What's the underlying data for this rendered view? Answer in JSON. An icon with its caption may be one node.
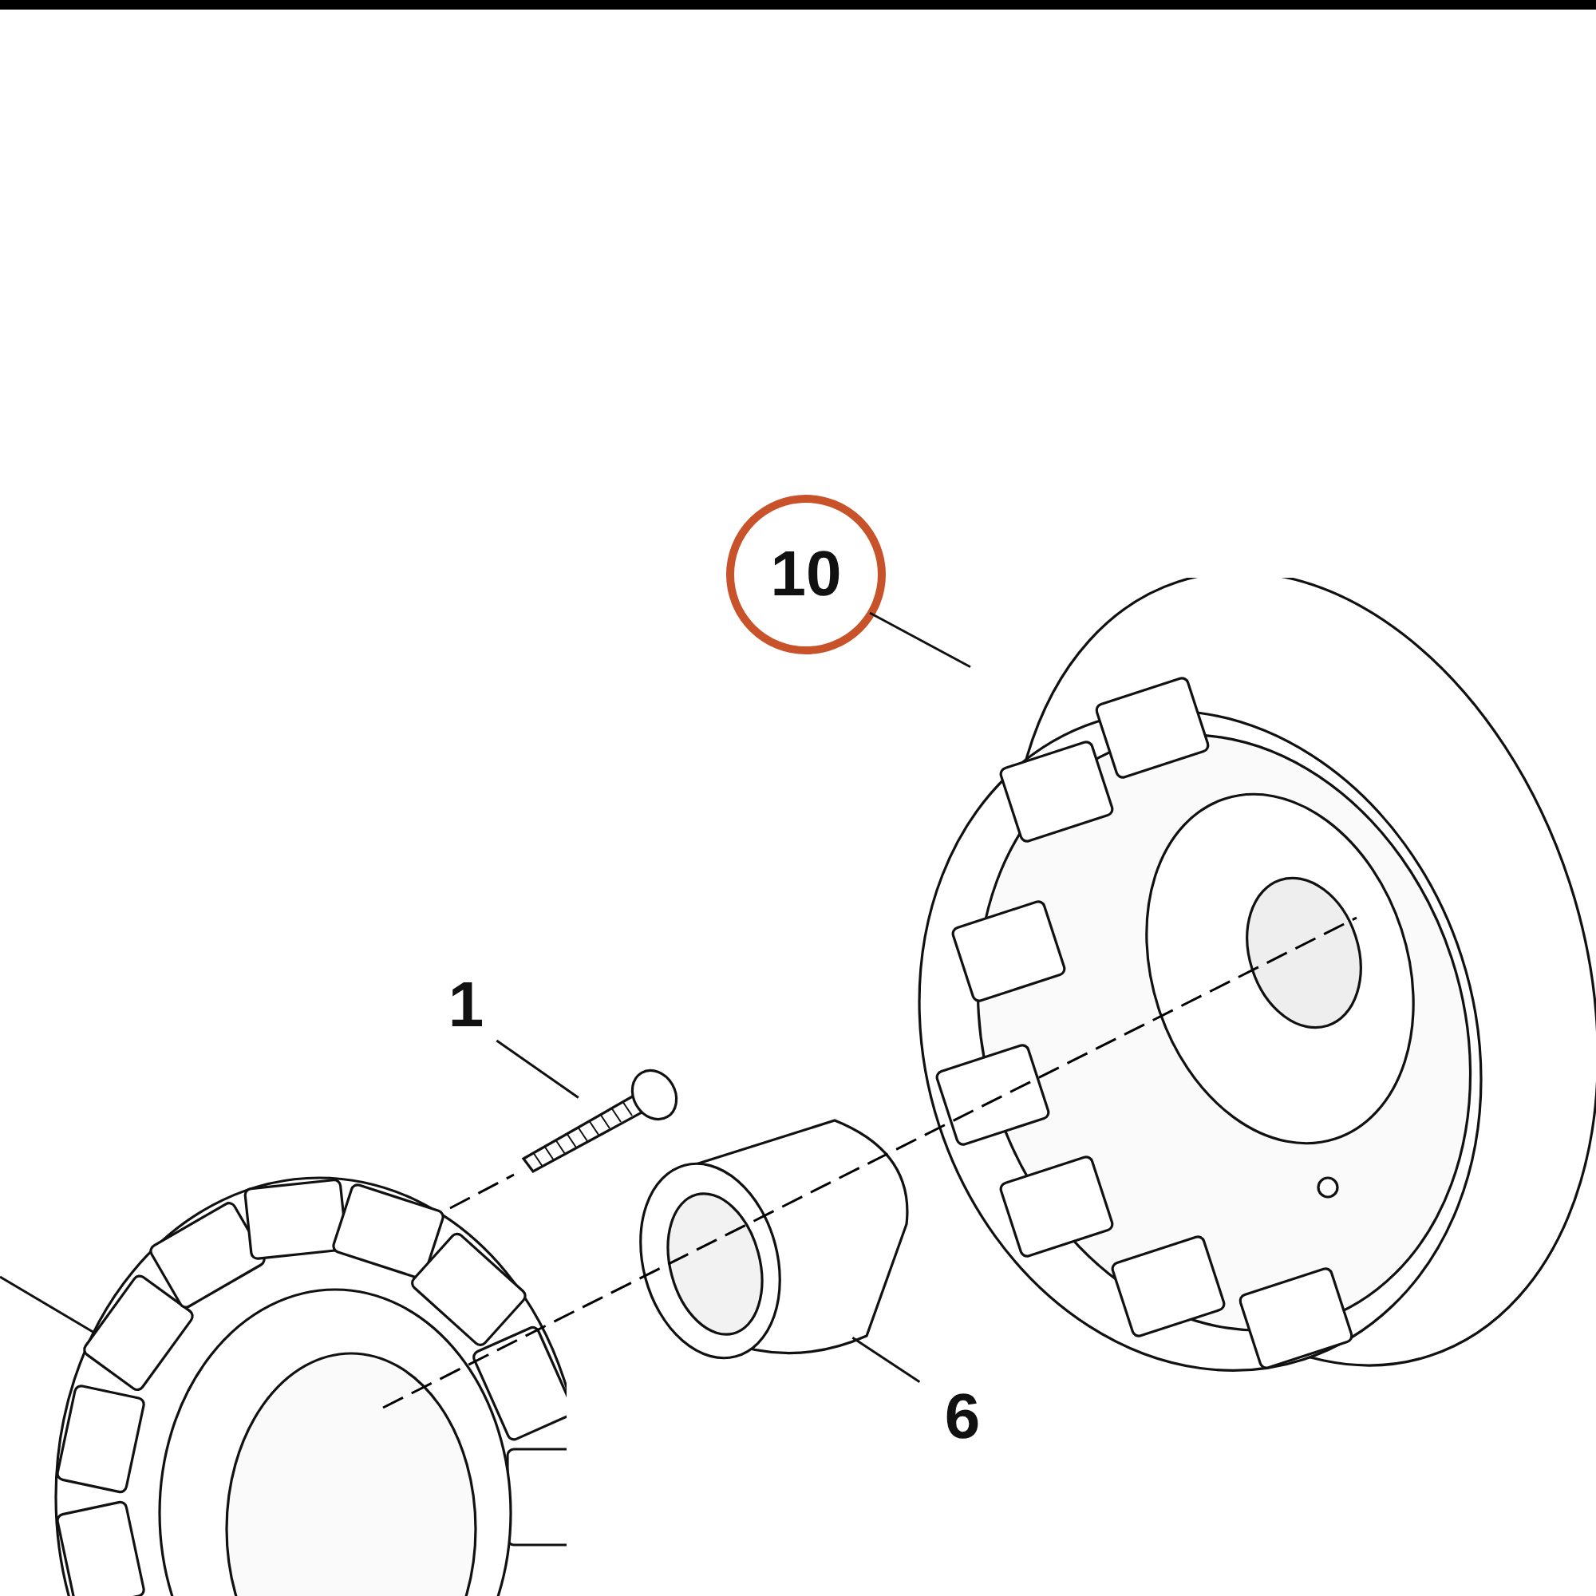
{
  "diagram": {
    "nodes": [
      {
        "text": [
          "10"
        ]
      },
      {
        "text": [],
        "shape": "picture"
      },
      {
        "text": [
          "1"
        ]
      },
      {
        "text": [],
        "shape": "picture"
      },
      {
        "text": [
          "6"
        ]
      },
      {
        "text": [],
        "shape": "picture"
      },
      {
        "text": [],
        "shape": "picture"
      }
    ],
    "edges": [
      {
        "from": 0,
        "to": 1,
        "arrow": "none"
      },
      {
        "from": 2,
        "to": 3,
        "arrow": "none"
      },
      {
        "from": 4,
        "to": 5,
        "arrow": "none"
      },
      {
        "from": null,
        "to": 6,
        "arrow": "none"
      }
    ]
  }
}
